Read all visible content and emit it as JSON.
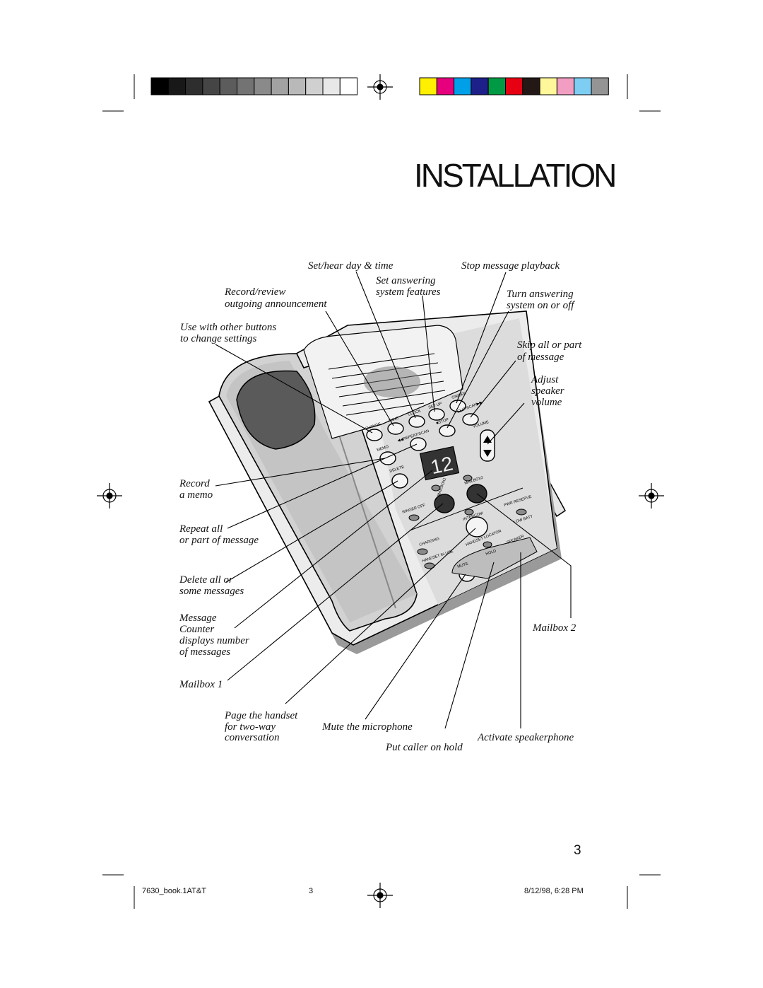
{
  "color_bar": {
    "grays": [
      "#000000",
      "#181818",
      "#2e2e2e",
      "#454545",
      "#5c5c5c",
      "#737373",
      "#8a8a8a",
      "#a2a2a2",
      "#b9b9b9",
      "#d0d0d0",
      "#e8e8e8",
      "#ffffff"
    ],
    "colors": [
      "#ffef00",
      "#e6007e",
      "#00a0e9",
      "#1d2088",
      "#009944",
      "#e60012",
      "#231815",
      "#fff799",
      "#f19ec2",
      "#7ecef4",
      "#949494"
    ]
  },
  "title": "INSTALLATION",
  "display": {
    "counter": "12"
  },
  "labels": {
    "set_hear_day": "Set/hear day & time",
    "stop_playback": "Stop message playback",
    "set_answering_1": "Set answering",
    "set_answering_2": "system features",
    "record_review_1": "Record/review",
    "record_review_2": "outgoing announcement",
    "turn_answering_1": "Turn answering",
    "turn_answering_2": "system on or off",
    "use_with_1": "Use with other buttons",
    "use_with_2": "to change settings",
    "skip_1": "Skip all or part",
    "skip_2": "of message",
    "adjust_1": "Adjust",
    "adjust_2": "speaker",
    "adjust_3": "volume",
    "record_memo_1": "Record",
    "record_memo_2": "a memo",
    "repeat_1": "Repeat all",
    "repeat_2": "or part of message",
    "delete_1": "Delete all or",
    "delete_2": "some messages",
    "counter_1": "Message",
    "counter_2": "Counter",
    "counter_3": "displays number",
    "counter_4": "of messages",
    "mailbox2": "Mailbox 2",
    "mailbox1": "Mailbox 1",
    "page_handset_1": "Page the handset",
    "page_handset_2": "for two-way",
    "page_handset_3": "conversation",
    "mute": "Mute the microphone",
    "hold": "Put caller on hold",
    "speakerphone": "Activate speakerphone"
  },
  "device_labels": {
    "change": "CHANGE",
    "ann": "ANNC",
    "clock": "CLOCK",
    "setup": "SET UP",
    "onoff": "ON/OFF",
    "stop": "■STOP",
    "skip": "SKIP/SCAN▶▶",
    "repeat": "◀◀REPEAT/SCAN",
    "memo": "MEMO",
    "delete": "DELETE",
    "volume": "VOLUME",
    "mailbox1": "MAILBOX1",
    "mailbox2": "MAILBOX2",
    "ringer_off": "RINGER OFF",
    "pwr_reserve": "PWR RESERVE",
    "low_batt": "LOW BATT",
    "intercom": "INTERCOM",
    "charging": "CHARGING",
    "handset_locator": "HANDSET LOCATOR",
    "handset_in_use": "HANDSET IN USE",
    "mute": "MUTE",
    "hold": "HOLD",
    "speaker": "SPEAKER"
  },
  "page_number": "3",
  "footer": {
    "file": "7630_book.1AT&T",
    "page": "3",
    "date": "8/12/98, 6:28 PM"
  }
}
